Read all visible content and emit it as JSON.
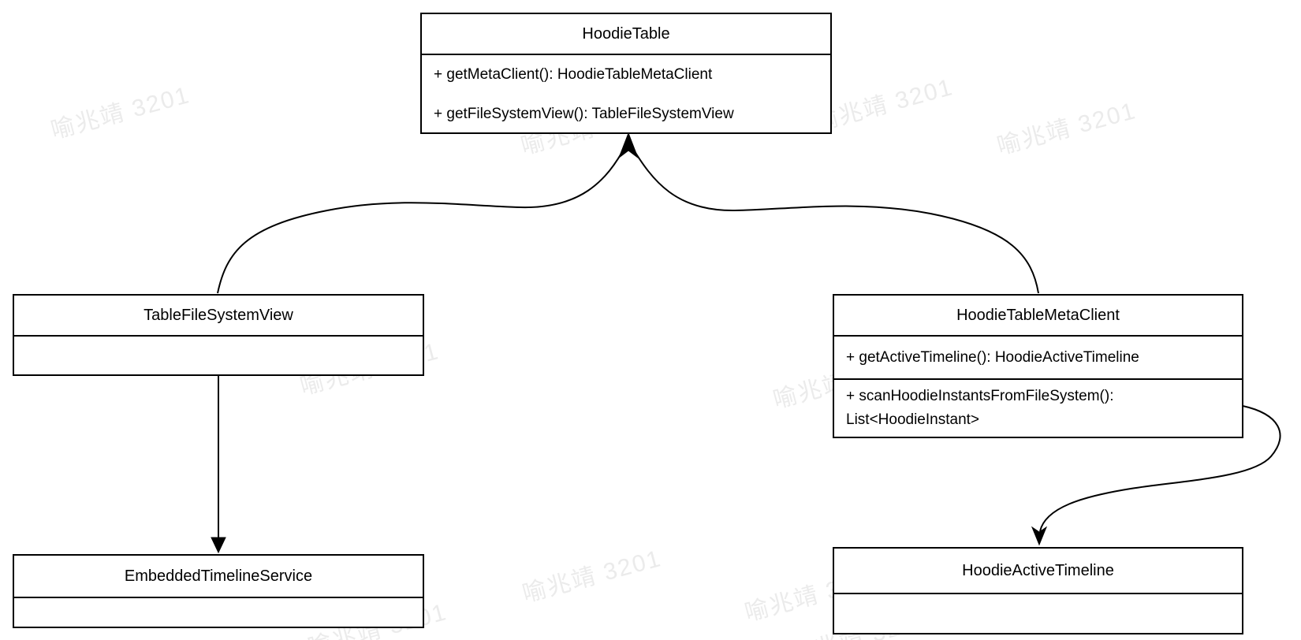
{
  "diagram_type": "uml-class-diagram",
  "colors": {
    "background": "#ffffff",
    "stroke": "#000000",
    "text": "#000000",
    "watermark": "#ebebeb"
  },
  "watermark": {
    "text": "喻兆靖 3201"
  },
  "classes": {
    "hoodieTable": {
      "title": "HoodieTable",
      "methods": [
        "+ getMetaClient(): HoodieTableMetaClient",
        "+ getFileSystemView(): TableFileSystemView"
      ]
    },
    "tableFileSystemView": {
      "title": "TableFileSystemView",
      "methods": []
    },
    "hoodieTableMetaClient": {
      "title": "HoodieTableMetaClient",
      "methods": [
        "+ getActiveTimeline(): HoodieActiveTimeline",
        "+ scanHoodieInstantsFromFileSystem(): List<HoodieInstant>"
      ]
    },
    "embeddedTimelineService": {
      "title": "EmbeddedTimelineService",
      "methods": []
    },
    "hoodieActiveTimeline": {
      "title": "HoodieActiveTimeline",
      "methods": []
    }
  },
  "relations": [
    {
      "from": "TableFileSystemView",
      "to": "HoodieTable",
      "style": "curved-arrow-up"
    },
    {
      "from": "HoodieTableMetaClient",
      "to": "HoodieTable",
      "style": "curved-arrow-up"
    },
    {
      "from": "TableFileSystemView",
      "to": "EmbeddedTimelineService",
      "style": "straight-arrow-down"
    },
    {
      "from": "HoodieTableMetaClient",
      "to": "HoodieActiveTimeline",
      "style": "s-curve-arrow-down"
    }
  ]
}
